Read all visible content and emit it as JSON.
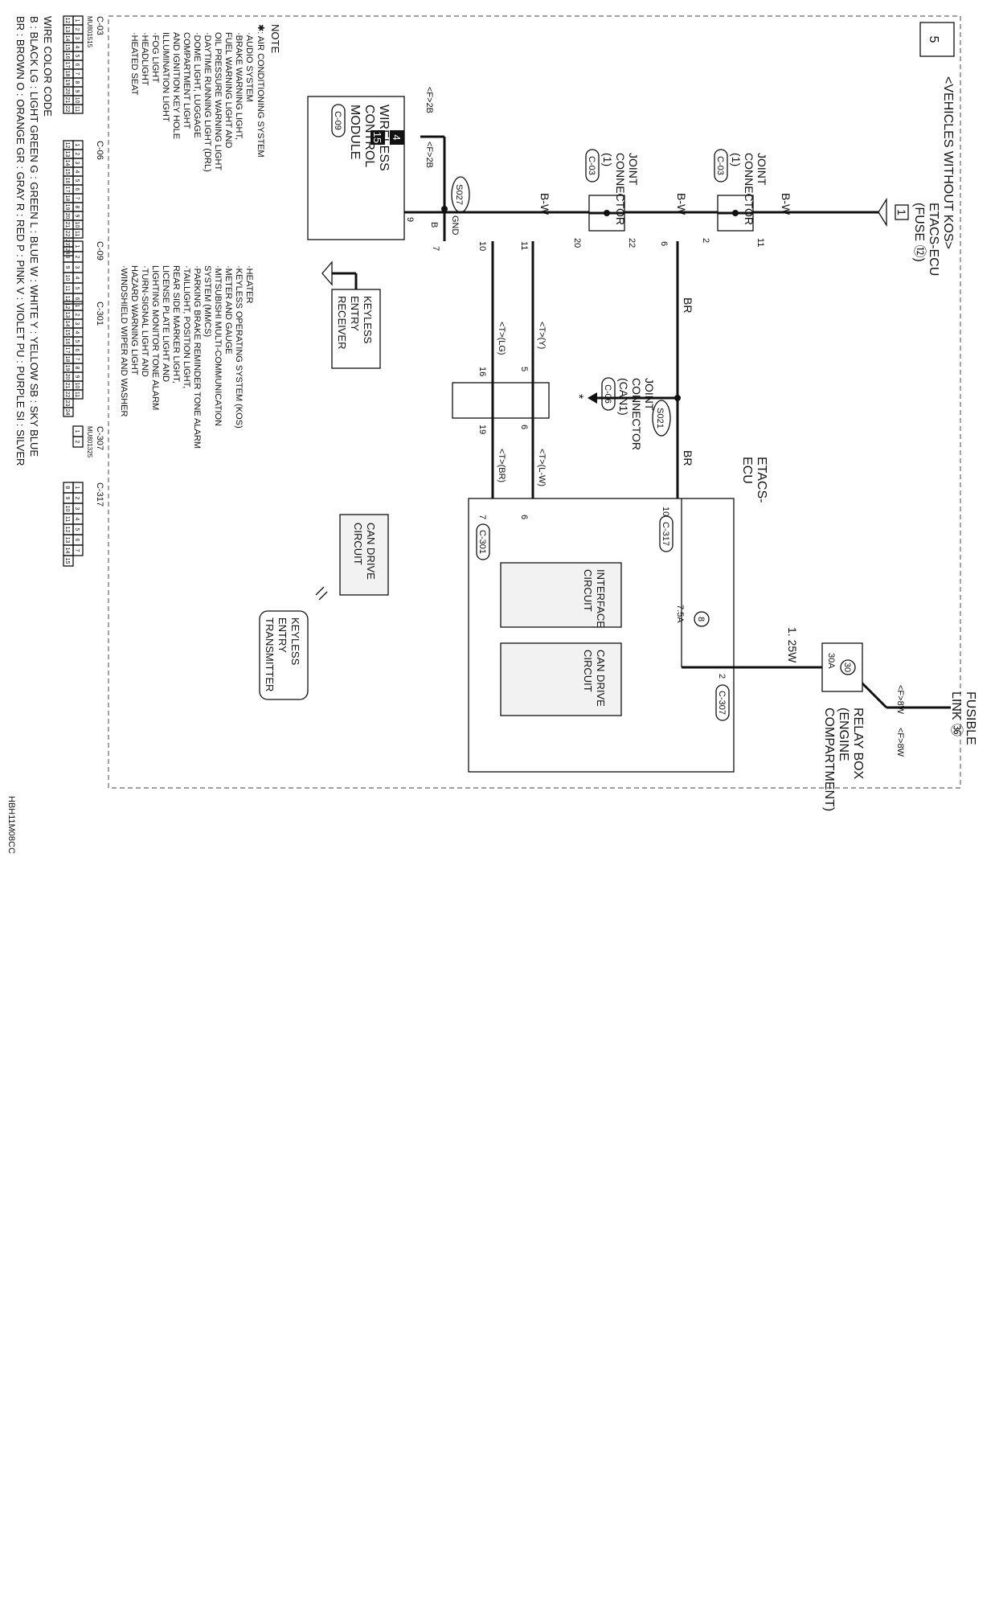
{
  "page_number": "5",
  "subtitle": "<VEHICLES WITHOUT KOS>",
  "figure_code": "HBH11M08CC",
  "components": {
    "fuse": {
      "line1": "ETACS-ECU",
      "line2": "(FUSE ⑫)",
      "terminal": "1"
    },
    "jc1": {
      "line1": "JOINT",
      "line2": "CONNECTOR",
      "line3": "(1)",
      "connector": "C-03",
      "pin_a": "11",
      "pin_b": "2"
    },
    "jc2": {
      "line1": "JOINT",
      "line2": "CONNECTOR",
      "line3": "(1)",
      "connector": "C-03",
      "pin_a": "22",
      "pin_b": "20"
    },
    "wcm": {
      "line1": "WIRELESS",
      "line2": "CONTROL",
      "line3": "MODULE",
      "connector": "C-09",
      "pin_9": "9",
      "pin_6": "6",
      "pin_7": "7",
      "pin_11": "11",
      "pin_10": "10",
      "gnd": "GND"
    },
    "receiver": {
      "line1": "KEYLESS",
      "line2": "ENTRY",
      "line3": "RECEIVER"
    },
    "can_wcm": {
      "line1": "CAN DRIVE",
      "line2": "CIRCUIT"
    },
    "fusible": {
      "line1": "FUSIBLE",
      "line2": "LINK ㊱",
      "tag_left": "<F>8W",
      "tag_right": "<F>8W"
    },
    "relay_box": {
      "line1": "RELAY BOX",
      "line2": "(ENGINE",
      "line3": "COMPARTMENT)",
      "fuse_no": "30",
      "fuse_amp": "30A"
    },
    "etacs": {
      "line1": "ETACS-",
      "line2": "ECU",
      "fuse_no": "8",
      "fuse_amp": "7.5A",
      "wire": "1. 25W",
      "conn_307": "C-307",
      "pin_2": "2",
      "conn_317": "C-317",
      "pin_10": "10",
      "conn_301": "C-301",
      "pin_6": "6",
      "pin_7": "7"
    },
    "can_etacs": {
      "line1": "CAN DRIVE",
      "line2": "CIRCUIT"
    },
    "interface": {
      "line1": "INTERFACE",
      "line2": "CIRCUIT"
    },
    "jc_can": {
      "line1": "JOINT",
      "line2": "CONNECTOR",
      "line3": "(CAN1)",
      "connector": "C-06",
      "pin_6": "6",
      "pin_19": "19",
      "pin_5": "5",
      "pin_16": "16"
    },
    "splice_s021": "S021",
    "splice_s027": "S027",
    "star": "*",
    "transmitter": {
      "line1": "KEYLESS",
      "line2": "ENTRY",
      "line3": "TRANSMITTER"
    },
    "ground_4": "4",
    "ground_15": "15"
  },
  "wires": {
    "bw1": "B-W",
    "bw2": "B-W",
    "bw3": "B-W",
    "br1": "BR",
    "br2": "BR",
    "b": "B",
    "f2b_left": "<F>2B",
    "f2b_right": "<F>2B",
    "lw": "<T>(L-W)",
    "brt": "<T>(BR)",
    "y": "<T>(Y)",
    "lg": "<T>(LG)"
  },
  "note": {
    "title": "NOTE",
    "star": "✱: AIR CONDITIONING SYSTEM",
    "col1": [
      "·AUDIO SYSTEM",
      "·BRAKE WARNING LIGHT,",
      "  FUEL WARNING LIGHT AND",
      "  OIL PRESSURE WARNING LIGHT",
      "·DAYTIME RUNNING LIGHT (DRL)",
      "·DOME LIGHT, LUGGAGE",
      "  COMPARTMENT LIGHT",
      "  AND IGNITION KEY HOLE",
      "  ILLUMINATION LIGHT",
      "·FOG LIGHT",
      "·HEADLIGHT",
      "·HEATED SEAT"
    ],
    "col2": [
      "·HEATER",
      "·KEYLESS OPERATING SYSTEM (KOS)",
      "·METER AND GAUGE",
      "·MITSUBISHI MULTI-COMMUNICATION",
      "  SYSTEM (MMCS)",
      "·PARKING BRAKE REMINDER TONE ALARM",
      "·TAILLIGHT, POSITION LIGHT,",
      "  REAR SIDE MARKER LIGHT,",
      "  LICENSE PLATE LIGHT AND",
      "  LIGHTING MONITOR TONE ALARM",
      "·TURN-SIGNAL LIGHT AND",
      "  HAZARD WARNING LIGHT",
      "·WINDSHIELD WIPER AND WASHER"
    ]
  },
  "connector_views": [
    {
      "name": "C-03",
      "part": "MU801515",
      "row1": [
        "1",
        "2",
        "3",
        "4",
        "5",
        "6",
        "7",
        "8",
        "9",
        "10",
        "11"
      ],
      "row2": [
        "12",
        "13",
        "14",
        "15",
        "16",
        "17",
        "18",
        "19",
        "20",
        "21",
        "22"
      ]
    },
    {
      "name": "C-06",
      "part": "",
      "row1": [
        "1",
        "2",
        "3",
        "4",
        "5",
        "6",
        "7",
        "8",
        "9",
        "10",
        "11"
      ],
      "row2": [
        "12",
        "13",
        "14",
        "15",
        "16",
        "17",
        "18",
        "19",
        "20",
        "21",
        "22",
        "23",
        "24"
      ]
    },
    {
      "name": "C-09",
      "part": "",
      "row1": [
        "1",
        "2",
        "3",
        "4",
        "5",
        "6"
      ],
      "row2": [
        "7",
        "8",
        "9",
        "10",
        "11",
        "12"
      ]
    },
    {
      "name": "C-301",
      "part": "",
      "row1": [
        "1",
        "2",
        "3",
        "4",
        "5",
        "6",
        "7",
        "8",
        "9",
        "10",
        "11"
      ],
      "row2": [
        "12",
        "13",
        "14",
        "15",
        "16",
        "17",
        "18",
        "19",
        "20",
        "21",
        "22",
        "23",
        "24"
      ]
    },
    {
      "name": "C-307",
      "part": "MU801325",
      "row1": [
        "1",
        "2"
      ],
      "row2": []
    },
    {
      "name": "C-317",
      "part": "",
      "row1": [
        "1",
        "2",
        "3",
        "4",
        "5",
        "6",
        "7"
      ],
      "row2": [
        "8",
        "9",
        "10",
        "11",
        "12",
        "13",
        "14",
        "15"
      ]
    }
  ],
  "wire_color_code": {
    "title": "WIRE COLOR CODE",
    "line1": "B : BLACK   LG : LIGHT GREEN   G : GREEN   L : BLUE   W : WHITE   Y : YELLOW   SB : SKY BLUE",
    "line2": "BR : BROWN   O : ORANGE   GR : GRAY   R : RED   P : PINK   V : VIOLET   PU : PURPLE   SI : SILVER"
  }
}
